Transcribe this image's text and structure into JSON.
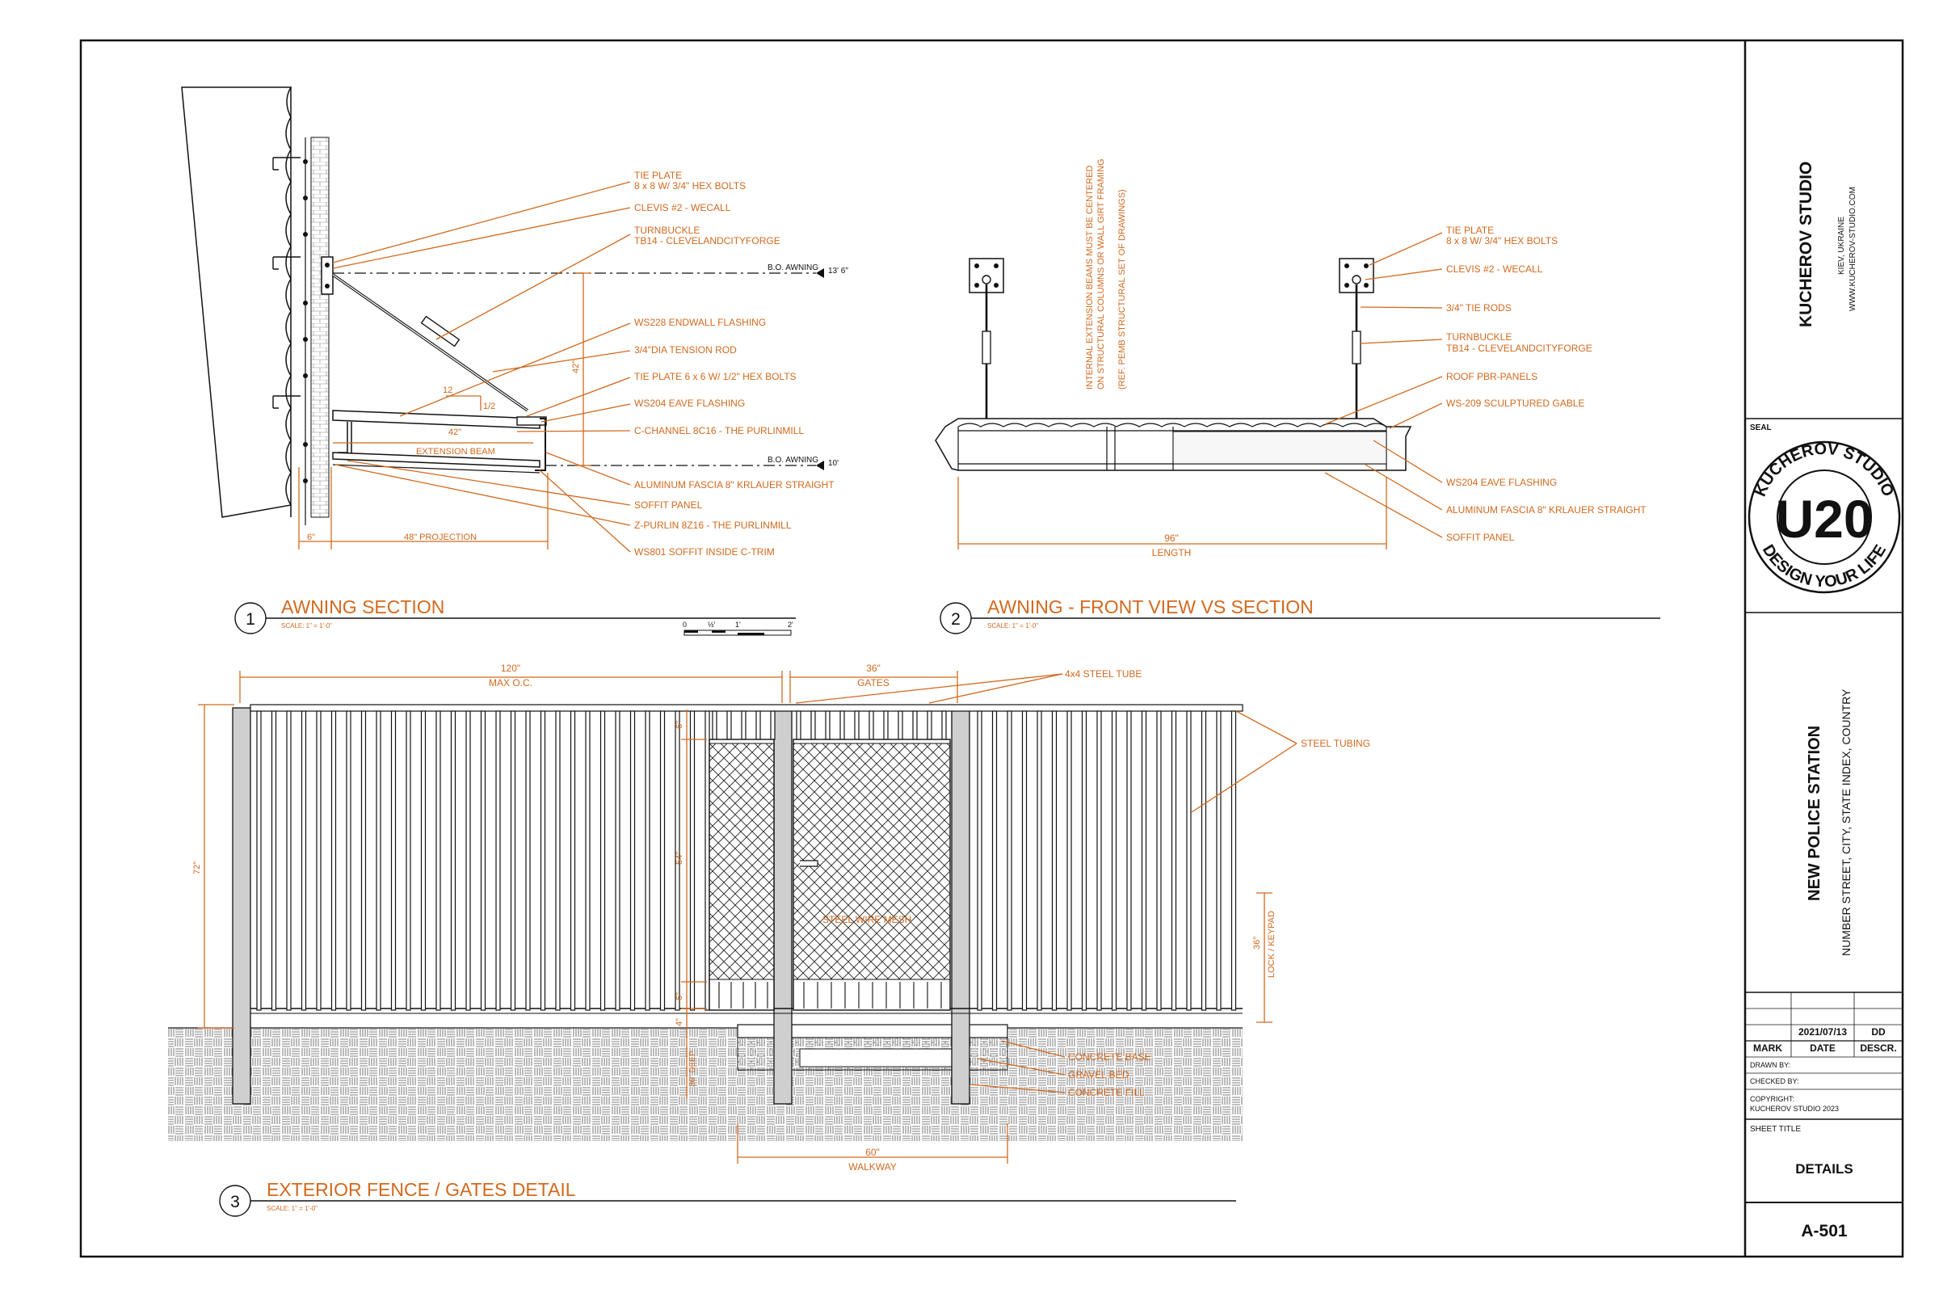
{
  "colors": {
    "annotation": "#d2691e",
    "line": "#111111",
    "post": "#cfcfcf"
  },
  "detail1": {
    "number": "1",
    "title": "AWNING SECTION",
    "scale": "SCALE: 1\" = 1'-0\"",
    "scale_bar": [
      "0",
      "½'",
      "1'",
      "2'"
    ],
    "labels": [
      "TIE PLATE",
      "8 x 8 W/ 3/4\" HEX BOLTS",
      "CLEVIS #2 - WECALL",
      "TURNBUCKLE",
      "TB14 - CLEVELANDCITYFORGE",
      "WS228 ENDWALL FLASHING",
      "3/4\"DIA TENSION ROD",
      "TIE PLATE 6 x 6 W/ 1/2\" HEX BOLTS",
      "WS204 EAVE FLASHING",
      "C-CHANNEL 8C16 - THE PURLINMILL",
      "ALUMINUM FASCIA 8\" KRLAUER STRAIGHT",
      "SOFFIT PANEL",
      "Z-PURLIN 8Z16 - THE PURLINMILL",
      "WS801 SOFFIT INSIDE C-TRIM"
    ],
    "bo_awning_top": "B.O. AWNING",
    "bo_awning_top_value": "13' 6\"",
    "bo_awning_bottom": "B.O. AWNING",
    "bo_awning_bottom_value": "10'",
    "dim_42_vertical": "42\"",
    "dim_42_horizontal": "42\"",
    "slope_run": "12",
    "slope_rise": "1/2",
    "extension_beam": "EXTENSION BEAM",
    "dim_6": "6\"",
    "dim_projection": "48\" PROJECTION"
  },
  "detail2": {
    "number": "2",
    "title": "AWNING - FRONT VIEW VS SECTION",
    "scale": "SCALE: 1\" = 1'-0\"",
    "note": [
      "INTERNAL EXTENSION BEAMS MUST BE CENTERED",
      "ON STRUCTURAL COLUMNS OR WALL GIRT FRAMING",
      "(REF. PEMB STRUCTURAL SET OF DRAWINGS)"
    ],
    "labels": [
      "TIE PLATE",
      "8 x 8 W/ 3/4\" HEX BOLTS",
      "CLEVIS #2 - WECALL",
      "3/4\" TIE RODS",
      "TURNBUCKLE",
      "TB14 - CLEVELANDCITYFORGE",
      "ROOF PBR-PANELS",
      "WS-209 SCULPTURED GABLE",
      "WS204 EAVE FLASHING",
      "ALUMINUM FASCIA 8\" KRLAUER STRAIGHT",
      "SOFFIT PANEL"
    ],
    "dim_length_value": "96\"",
    "dim_length_label": "LENGTH"
  },
  "detail3": {
    "number": "3",
    "title": "EXTERIOR FENCE / GATES DETAIL",
    "scale": "SCALE: 1\" = 1'-0\"",
    "dim_120": "120\"",
    "max_oc": "MAX O.C.",
    "dim_36_gates": "36\"",
    "gates": "GATES",
    "steel_tube": "4x4 STEEL TUBE",
    "steel_tubing": "STEEL TUBING",
    "dim_72": "72\"",
    "dim_6_top": "6\"",
    "dim_54": "54\"",
    "dim_6_bottom": "6\"",
    "dim_4": "4\"",
    "dim_36_deep": "36\" DEEP",
    "steel_wire_mesh": "STEEL WIRE MESH",
    "dim_36_lock": "36\"",
    "lock_keypad": "LOCK / KEYPAD",
    "concrete_base": "CONCRETE BASE",
    "gravel_bed": "GRAVEL BED",
    "concrete_fill": "CONCRETE FILL",
    "dim_60": "60\"",
    "walkway": "WALKWAY"
  },
  "title_block": {
    "studio": "KUCHEROV STUDIO",
    "location": "KIEV, UKRAINE",
    "website": "WWW.KUCHEROV-STUDIO.COM",
    "seal_label": "SEAL",
    "seal_top": "KUCHEROV STUDIO",
    "seal_center": "U20",
    "seal_bottom": "DESIGN YOUR LIFE",
    "project": "NEW POLICE STATION",
    "address": "NUMBER STREET, CITY, STATE INDEX, COUNTRY",
    "rev_date": "2021/07/13",
    "rev_desc": "DD",
    "col_mark": "MARK",
    "col_date": "DATE",
    "col_descr": "DESCR.",
    "drawn_by": "DRAWN BY:",
    "checked_by": "CHECKED BY:",
    "copyright_1": "COPYRIGHT:",
    "copyright_2": "KUCHEROV STUDIO 2023",
    "sheet_title_label": "SHEET TITLE",
    "sheet_title": "DETAILS",
    "sheet_number": "A-501"
  }
}
